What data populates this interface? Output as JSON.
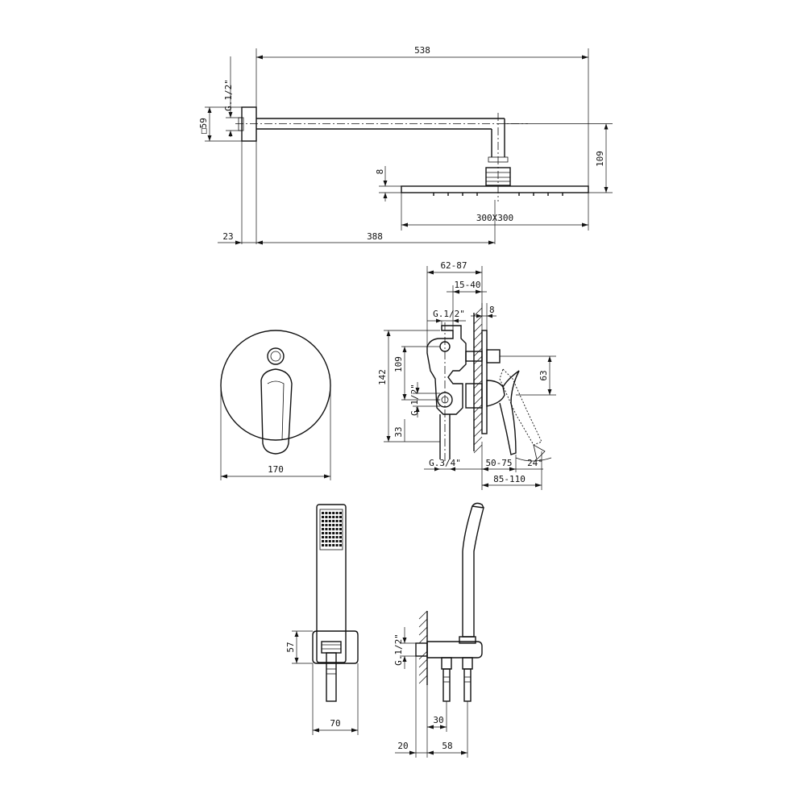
{
  "shower_arm": {
    "projection": "538",
    "thread": "G.1/2\"",
    "flange_square": "□59",
    "height": "109",
    "head_thickness": "8",
    "head_size": "300X300",
    "wall_offset": "23",
    "arm_length": "388"
  },
  "mixer_front": {
    "plate_diameter": "170"
  },
  "mixer_side": {
    "depth_range": "62-87",
    "adjust_range": "15-40",
    "plate_thickness": "8",
    "thread_top": "G.1/2\"",
    "thread_mid": "G.1/2\"",
    "thread_bottom": "G.3/4\"",
    "total_height": "142",
    "upper_height": "109",
    "lower_height": "33",
    "handle_height": "63",
    "handle_reach": "50-75",
    "total_reach": "85-110",
    "angle": "24°"
  },
  "hand_shower_front": {
    "bracket_height": "57",
    "bracket_width": "70"
  },
  "hand_shower_side": {
    "thread": "G.1/2\"",
    "outlet_offset": "30",
    "wall_offset": "20",
    "bracket_depth": "58"
  }
}
